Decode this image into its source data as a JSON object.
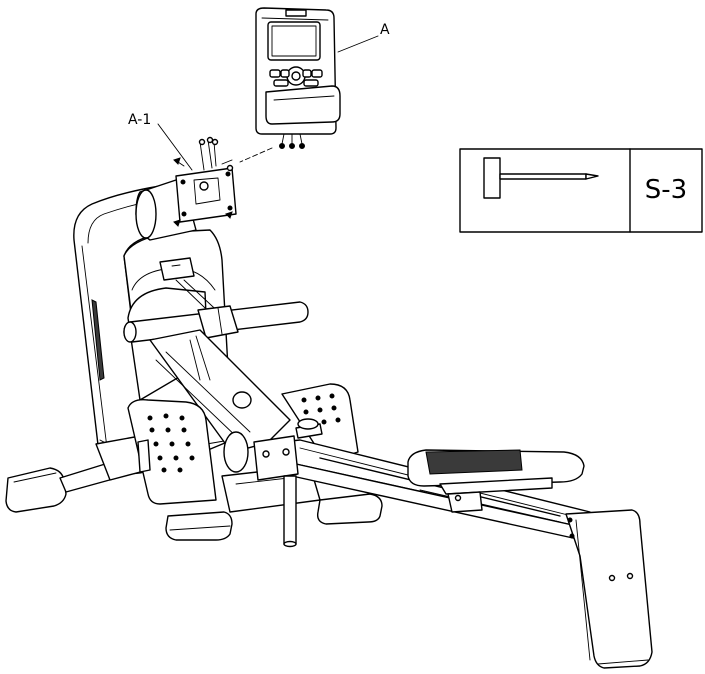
{
  "labels": {
    "console": "A",
    "bracket": "A-1"
  },
  "tool_box": {
    "code": "S-3"
  },
  "icons": [
    "screw-icon",
    "bolt-icon",
    "screwdriver-icon"
  ]
}
